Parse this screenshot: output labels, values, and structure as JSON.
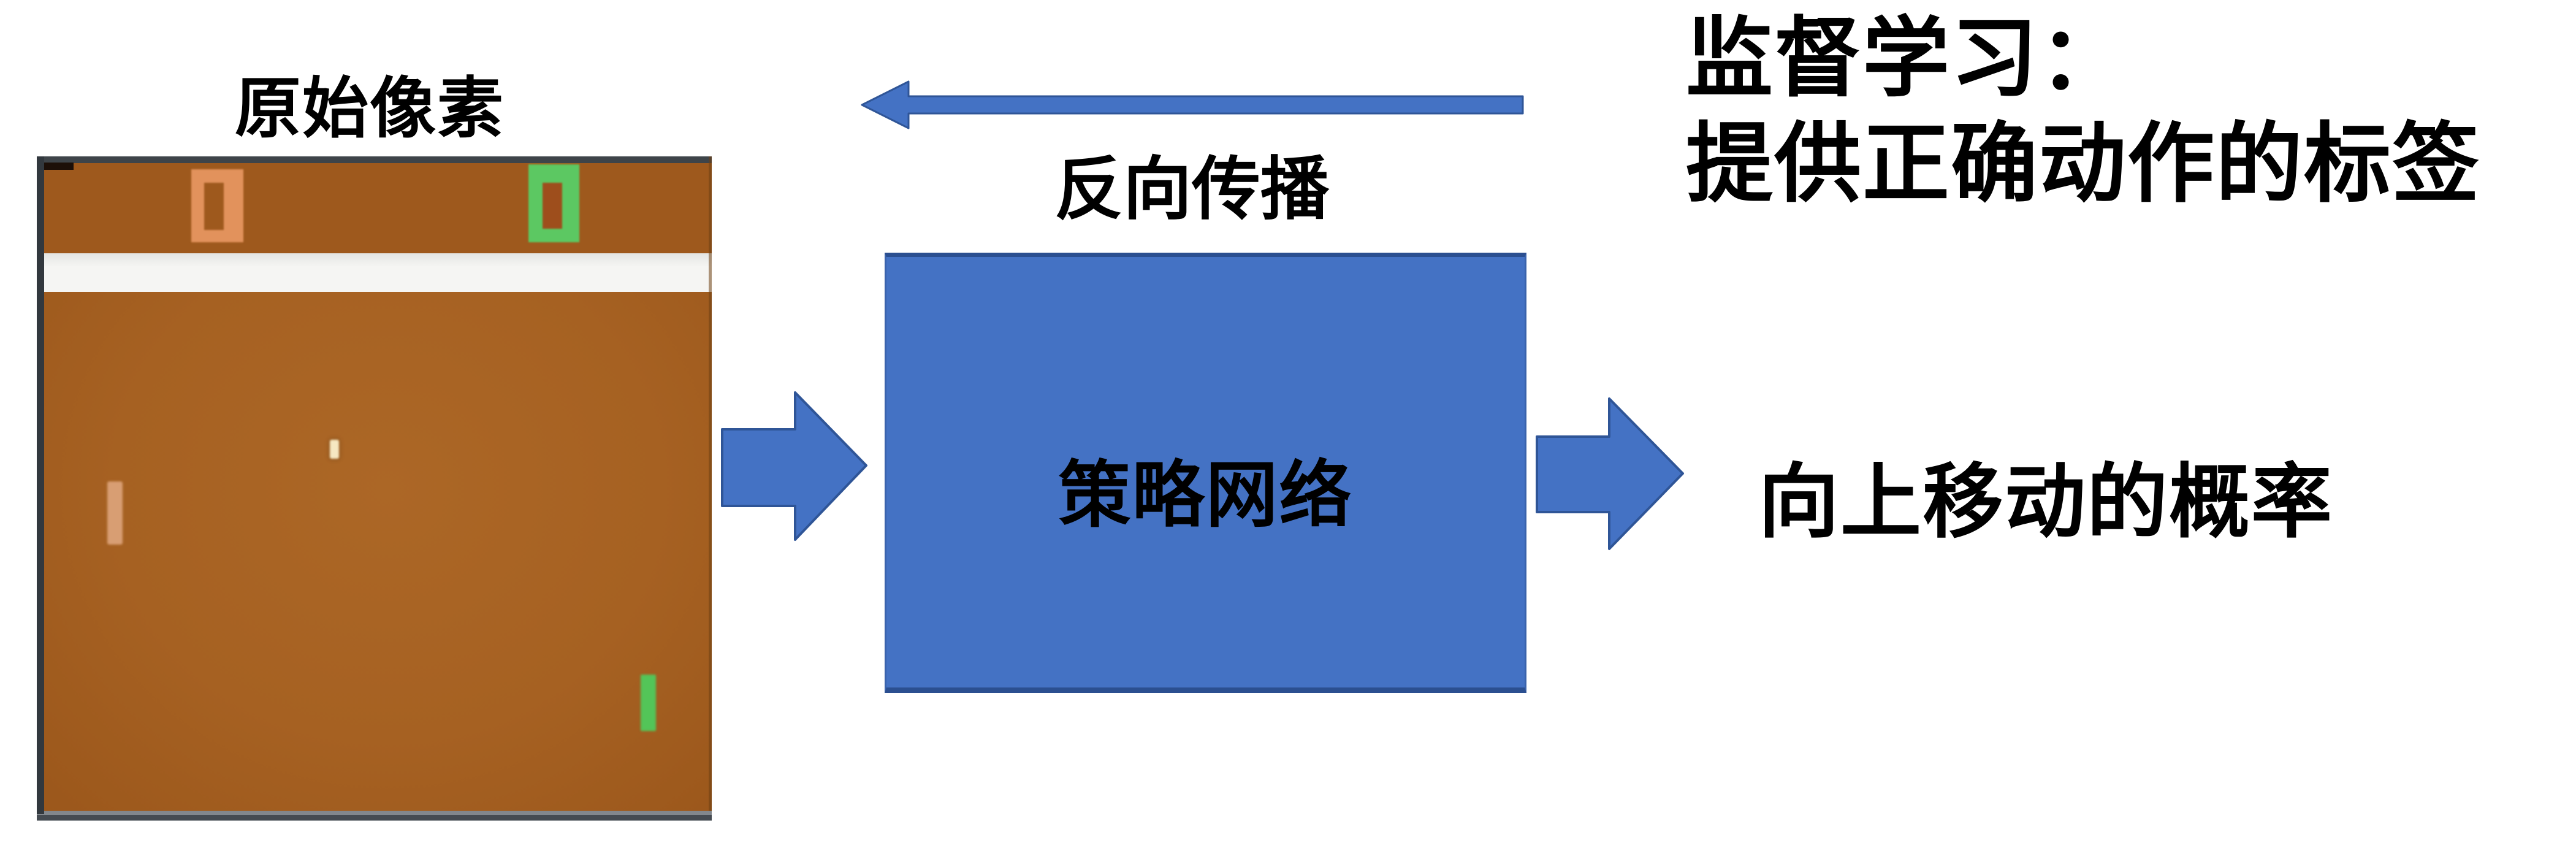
{
  "labels": {
    "raw_pixels": "原始像素",
    "backprop": "反向传播",
    "policy_network": "策略网络",
    "move_up_probability": "向上移动的概率",
    "supervised_line1": "监督学习：",
    "supervised_line2": "提供正确动作的标签"
  },
  "game": {
    "description": "Pong game frame used as raw pixel input",
    "left_score_digit": "0",
    "right_score_digit": "0",
    "elements": [
      "top-border",
      "score-area",
      "white-wall-band",
      "playfield",
      "ball",
      "opponent-paddle",
      "player-paddle"
    ]
  },
  "icons": {
    "input_arrow": "right-arrow",
    "output_arrow": "right-arrow",
    "backprop_arrow": "left-arrow"
  },
  "colors": {
    "blue": "#4472C4",
    "blue-stroke": "#2F5597",
    "blue-border": "#2B4F90",
    "blue-border-light": "#3A63AC",
    "brown-score": "#9E591D",
    "brown-field": "#A66122",
    "brown-field-light": "#AC6726",
    "brown-field-dark": "#9B571B",
    "band": "#F5F5F3",
    "band-edge": "#E4E5E3",
    "frame-top": "#3E4449",
    "frame-side": "#32383E",
    "frame-right": "#6E4012",
    "frame-botline": "#82878D",
    "frame-bot": "#454B52",
    "notch": "#1C0F08",
    "digit-orange": "#E2925C",
    "digit-green": "#5CC862",
    "digit-green-hole": "#9E4E1C",
    "ball": "#F6E8C2",
    "paddle-orange": "#D89E73",
    "paddle-green": "#53C558"
  }
}
